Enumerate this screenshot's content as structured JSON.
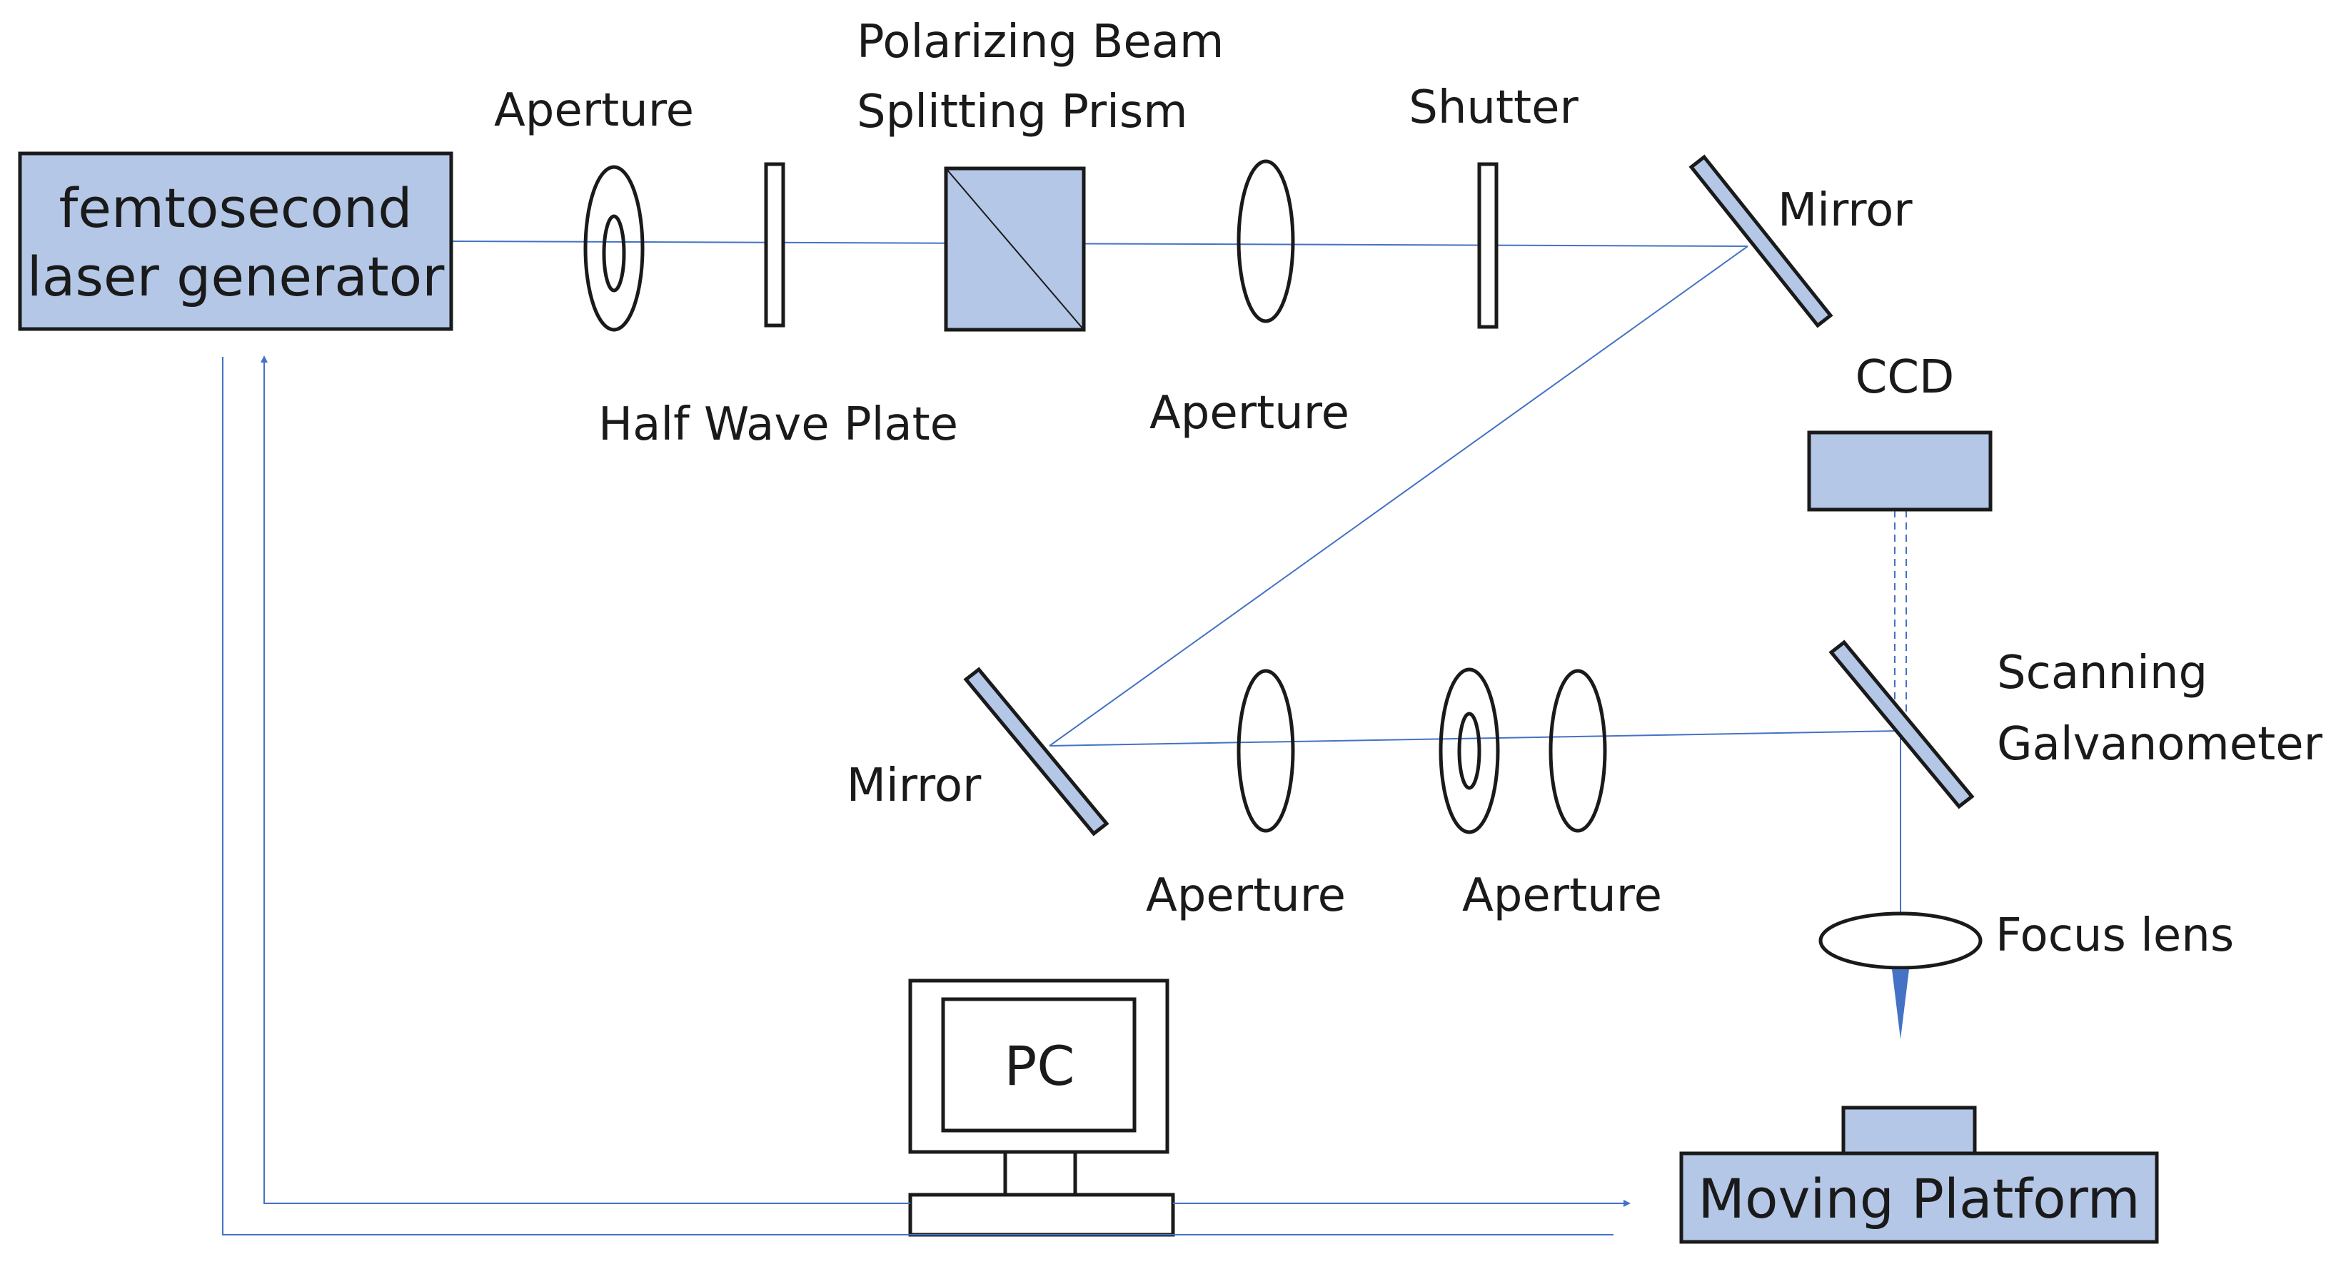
{
  "laser": {
    "line1": "femtosecond",
    "line2": "laser generator"
  },
  "labels": {
    "aperture_1": "Aperture",
    "half_wave_plate": "Half Wave Plate",
    "pbs_line1": "Polarizing Beam",
    "pbs_line2": "Splitting Prism",
    "aperture_2": "Aperture",
    "shutter": "Shutter",
    "mirror_1": "Mirror",
    "ccd": "CCD",
    "mirror_2": "Mirror",
    "aperture_3": "Aperture",
    "aperture_4": "Aperture",
    "galvo_line1": "Scanning",
    "galvo_line2": "Galvanometer",
    "focus_lens": "Focus lens",
    "pc": "PC",
    "platform": "Moving Platform"
  },
  "colors": {
    "component_fill": "#b4c7e7",
    "beam": "#4472c4",
    "outline": "#1a1a1a"
  }
}
